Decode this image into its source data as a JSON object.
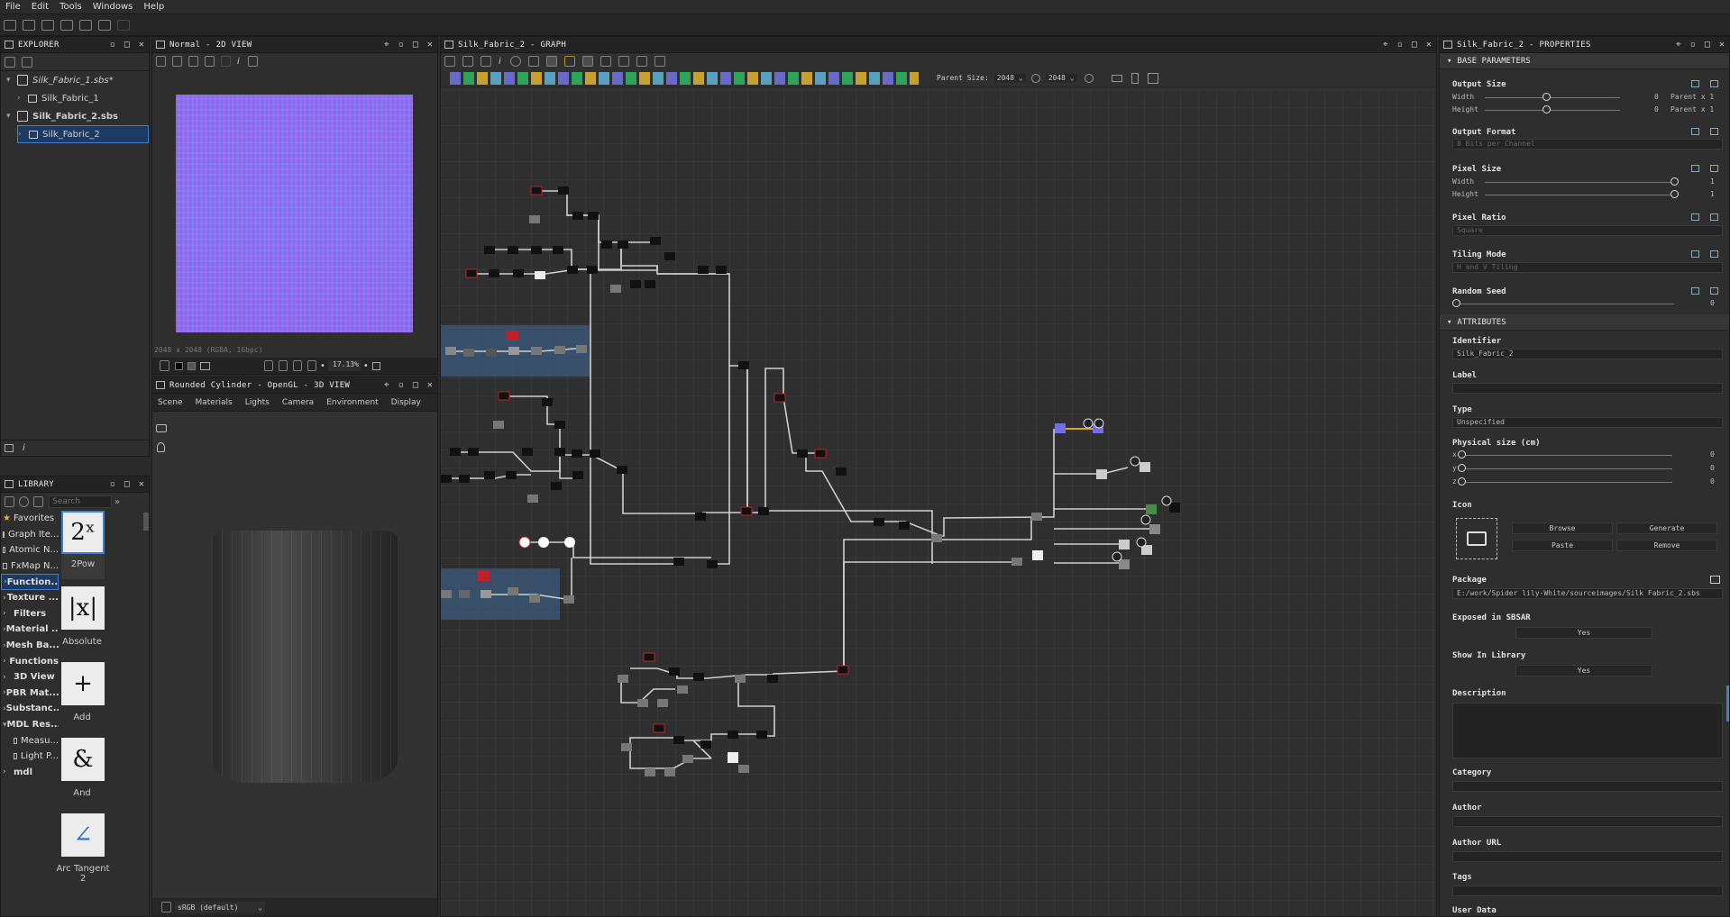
{
  "menu": [
    "File",
    "Edit",
    "Tools",
    "Windows",
    "Help"
  ],
  "explorer": {
    "title": "EXPLORER",
    "items": [
      {
        "label": "Silk_Fabric_1.sbs*"
      },
      {
        "label": "Silk_Fabric_1"
      },
      {
        "label": "Silk_Fabric_2.sbs"
      },
      {
        "label": "Silk_Fabric_2"
      }
    ]
  },
  "view2d": {
    "title": "Normal - 2D VIEW",
    "status": "2048 x 2048 (RGBA, 16bpc)",
    "zoom": "17.13%"
  },
  "view3d": {
    "title": "Rounded Cylinder - OpenGL - 3D VIEW",
    "menu": [
      "Scene",
      "Materials",
      "Lights",
      "Camera",
      "Environment",
      "Display"
    ],
    "colorspace": "sRGB (default)"
  },
  "library": {
    "title": "LIBRARY",
    "search_placeholder": "Search",
    "tree": [
      "Favorites",
      "Graph Ite...",
      "Atomic N...",
      "FxMap N...",
      "Function...",
      "Texture ...",
      "Filters",
      "Material ...",
      "Mesh Ba...",
      "Functions",
      "3D View",
      "PBR Mat...",
      "Substanc...",
      "MDL Res...",
      "Measu...",
      "Light P...",
      "mdl"
    ],
    "tiles": [
      {
        "icon": "2ˣ",
        "label": "2Pow"
      },
      {
        "icon": "|x|",
        "label": "Absolute"
      },
      {
        "icon": "+",
        "label": "Add"
      },
      {
        "icon": "&",
        "label": "And"
      },
      {
        "icon": "∠",
        "label": "Arc Tangent 2"
      }
    ]
  },
  "graph": {
    "title": "Silk_Fabric_2 - GRAPH",
    "parent_size_label": "Parent Size:",
    "parent_size_w": "2048",
    "parent_size_h": "2048"
  },
  "properties": {
    "title": "Silk_Fabric_2 - PROPERTIES",
    "sections": {
      "base": "BASE PARAMETERS",
      "attributes": "ATTRIBUTES"
    },
    "output_size": {
      "label": "Output Size",
      "width_label": "Width",
      "height_label": "Height",
      "width_value": "0",
      "height_value": "0",
      "width_unit": "Parent x 1",
      "height_unit": "Parent x 1"
    },
    "output_format": {
      "label": "Output Format",
      "value": "8 Bits per Channel"
    },
    "pixel_size": {
      "label": "Pixel Size",
      "width_label": "Width",
      "height_label": "Height",
      "width_value": "1",
      "height_value": "1"
    },
    "pixel_ratio": {
      "label": "Pixel Ratio",
      "value": "Square"
    },
    "tiling_mode": {
      "label": "Tiling Mode",
      "value": "H and V Tiling"
    },
    "random_seed": {
      "label": "Random Seed",
      "value": "0"
    },
    "identifier": {
      "label": "Identifier",
      "value": "Silk_Fabric_2"
    },
    "label": {
      "label": "Label",
      "value": ""
    },
    "type": {
      "label": "Type",
      "value": "Unspecified"
    },
    "physical_size": {
      "label": "Physical size (cm)",
      "x_label": "x",
      "y_label": "y",
      "z_label": "z",
      "x": "0",
      "y": "0",
      "z": "0"
    },
    "icon": {
      "label": "Icon",
      "browse": "Browse",
      "generate": "Generate",
      "paste": "Paste",
      "remove": "Remove"
    },
    "package": {
      "label": "Package",
      "value": "E:/work/Spider lily-White/sourceimages/Silk Fabric_2.sbs"
    },
    "exposed": {
      "label": "Exposed in SBSAR",
      "value": "Yes"
    },
    "show_lib": {
      "label": "Show In Library",
      "value": "Yes"
    },
    "description": {
      "label": "Description"
    },
    "category": {
      "label": "Category"
    },
    "author": {
      "label": "Author"
    },
    "author_url": {
      "label": "Author URL"
    },
    "tags": {
      "label": "Tags"
    },
    "user_data": {
      "label": "User Data"
    }
  },
  "colors": {
    "accent": "#3b7fd8",
    "frame": "#4a6f9c",
    "wire": "#cfcfcf",
    "background": "#2f2f2f"
  }
}
